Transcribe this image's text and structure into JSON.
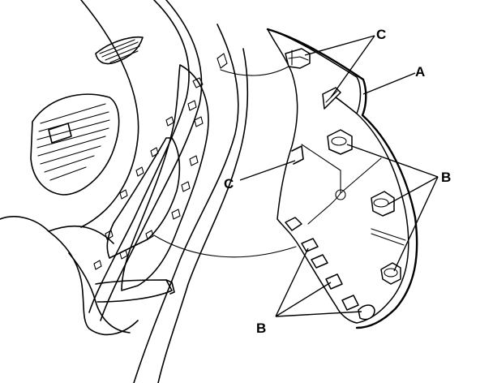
{
  "diagram": {
    "callouts": [
      {
        "id": "C_top",
        "text": "C"
      },
      {
        "id": "A",
        "text": "A"
      },
      {
        "id": "C_left",
        "text": "C"
      },
      {
        "id": "B_right",
        "text": "B"
      },
      {
        "id": "B_bottom",
        "text": "B"
      }
    ]
  }
}
